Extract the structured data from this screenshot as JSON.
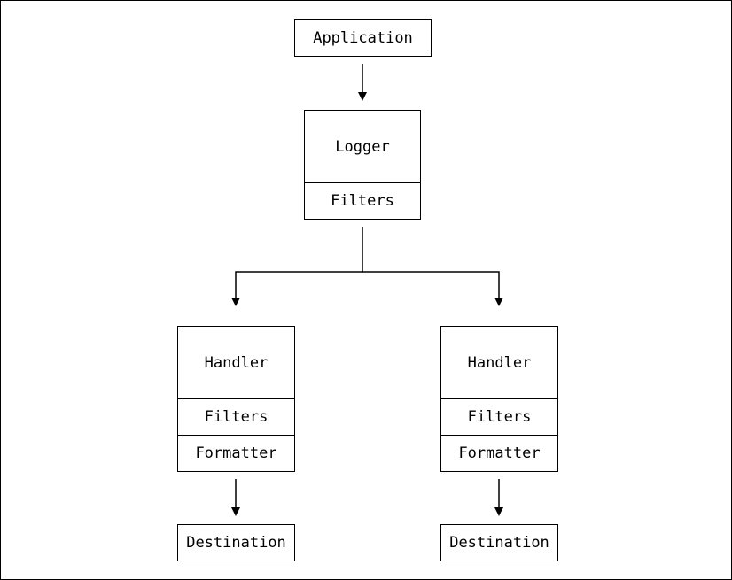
{
  "diagram": {
    "application": "Application",
    "logger": {
      "title": "Logger",
      "filters": "Filters"
    },
    "handlers": [
      {
        "title": "Handler",
        "filters": "Filters",
        "formatter": "Formatter",
        "destination": "Destination"
      },
      {
        "title": "Handler",
        "filters": "Filters",
        "formatter": "Formatter",
        "destination": "Destination"
      }
    ]
  }
}
